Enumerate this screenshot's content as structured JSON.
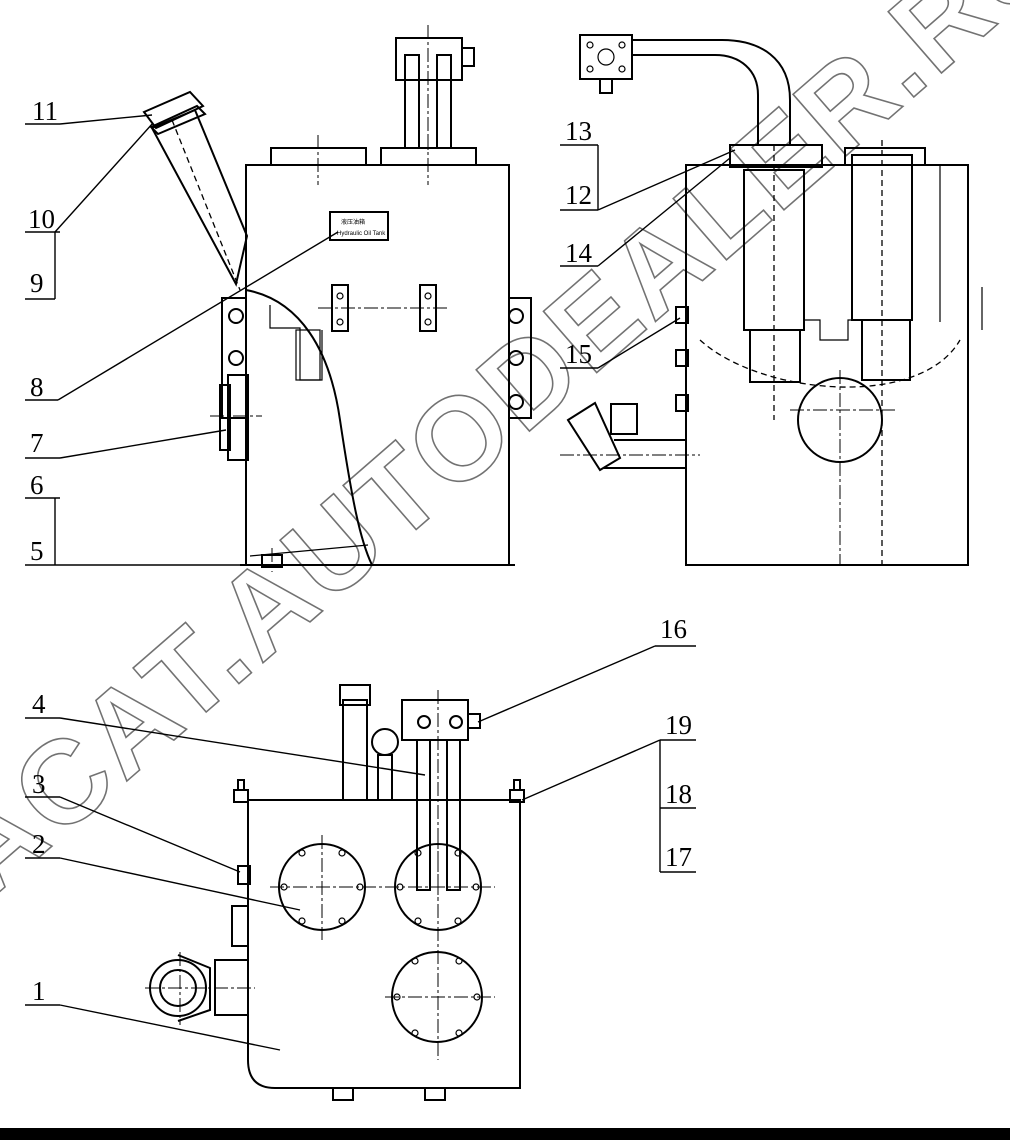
{
  "callouts": [
    {
      "id": "1",
      "label": "1"
    },
    {
      "id": "2",
      "label": "2"
    },
    {
      "id": "3",
      "label": "3"
    },
    {
      "id": "4",
      "label": "4"
    },
    {
      "id": "5",
      "label": "5"
    },
    {
      "id": "6",
      "label": "6"
    },
    {
      "id": "7",
      "label": "7"
    },
    {
      "id": "8",
      "label": "8"
    },
    {
      "id": "9",
      "label": "9"
    },
    {
      "id": "10",
      "label": "10"
    },
    {
      "id": "11",
      "label": "11"
    },
    {
      "id": "12",
      "label": "12"
    },
    {
      "id": "13",
      "label": "13"
    },
    {
      "id": "14",
      "label": "14"
    },
    {
      "id": "15",
      "label": "15"
    },
    {
      "id": "16",
      "label": "16"
    },
    {
      "id": "17",
      "label": "17"
    },
    {
      "id": "18",
      "label": "18"
    },
    {
      "id": "19",
      "label": "19"
    }
  ],
  "plate_text": {
    "line1": "液压油箱",
    "line2": "Hydraulic Oil Tank"
  },
  "watermark": "ACAT.AUTODEALER.RU",
  "colors": {
    "ink": "#000000",
    "paper": "#ffffff"
  }
}
